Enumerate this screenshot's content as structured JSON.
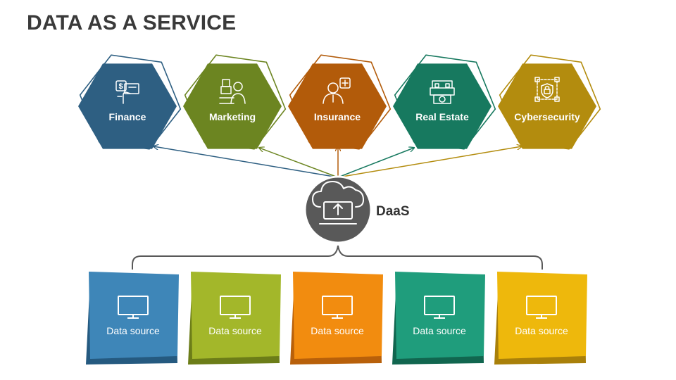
{
  "title": "DATA AS A SERVICE",
  "hub": {
    "label": "DaaS",
    "color": "#595959"
  },
  "industries": [
    {
      "label": "Finance",
      "color": "#2e5f82",
      "icon": "finance-icon"
    },
    {
      "label": "Marketing",
      "color": "#6c8521",
      "icon": "marketing-icon"
    },
    {
      "label": "Insurance",
      "color": "#b25b0a",
      "icon": "insurance-icon"
    },
    {
      "label": "Real Estate",
      "color": "#17795f",
      "icon": "real-estate-icon"
    },
    {
      "label": "Cybersecurity",
      "color": "#b38c0e",
      "icon": "cybersecurity-icon"
    }
  ],
  "sources": [
    {
      "label": "Data source",
      "color": "#3e86b8",
      "shadow": "#255a80",
      "icon": "monitor-icon"
    },
    {
      "label": "Data source",
      "color": "#a3b72a",
      "shadow": "#6c7d18",
      "icon": "monitor-icon"
    },
    {
      "label": "Data source",
      "color": "#f28c0f",
      "shadow": "#b8600a",
      "icon": "monitor-icon"
    },
    {
      "label": "Data source",
      "color": "#1f9d7c",
      "shadow": "#11664f",
      "icon": "monitor-icon"
    },
    {
      "label": "Data source",
      "color": "#eeb80c",
      "shadow": "#a9800a",
      "icon": "monitor-icon"
    }
  ]
}
